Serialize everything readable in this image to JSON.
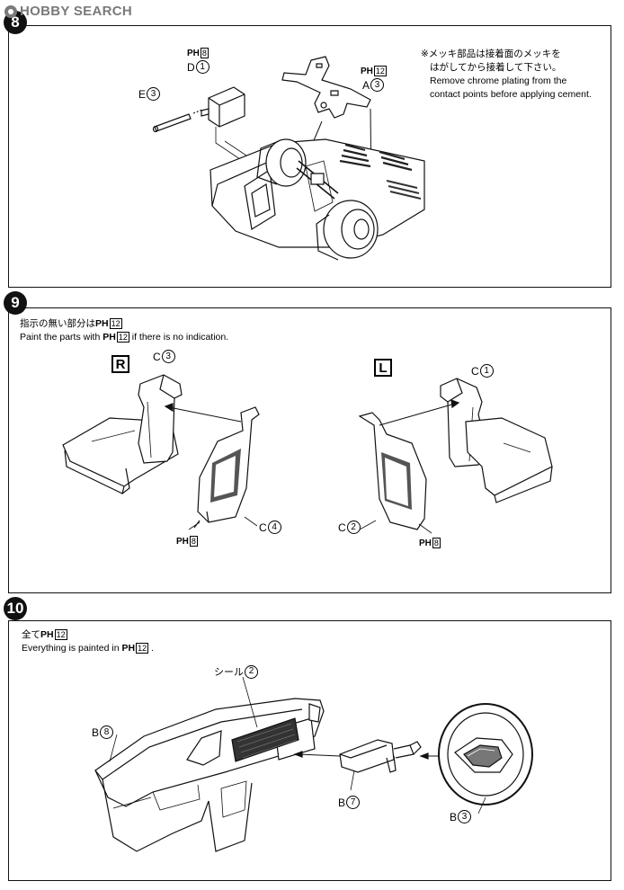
{
  "watermark": {
    "text": "HOBBY SEARCH"
  },
  "step8": {
    "number": "8",
    "note_lines": [
      "※メッキ部品は接着面のメッキを",
      "はがしてから接着して下さい。",
      "Remove chrome plating from the",
      "contact points before applying cement."
    ],
    "labels": [
      {
        "letter": "D",
        "num": "1"
      },
      {
        "letter": "E",
        "num": "3"
      },
      {
        "letter": "A",
        "num": "3"
      }
    ],
    "paint_codes": [
      {
        "prefix": "PH",
        "num": "8"
      },
      {
        "prefix": "PH",
        "num": "12"
      }
    ]
  },
  "step9": {
    "number": "9",
    "note_jp": {
      "text": "指示の無い部分は",
      "code_prefix": "PH",
      "code_num": "12"
    },
    "note_en": {
      "pre": "Paint the parts with ",
      "code_prefix": "PH",
      "code_num": "12",
      "post": " if there is no indication."
    },
    "right_tag": "R",
    "left_tag": "L",
    "labels": [
      {
        "letter": "C",
        "num": "3"
      },
      {
        "letter": "C",
        "num": "4"
      },
      {
        "letter": "C",
        "num": "1"
      },
      {
        "letter": "C",
        "num": "2"
      }
    ],
    "paint_codes": [
      {
        "prefix": "PH",
        "num": "8"
      },
      {
        "prefix": "PH",
        "num": "8"
      }
    ]
  },
  "step10": {
    "number": "10",
    "note_jp": {
      "text": "全て",
      "code_prefix": "PH",
      "code_num": "12"
    },
    "note_en": {
      "pre": "Everything is painted in ",
      "code_prefix": "PH",
      "code_num": "12",
      "post": " ."
    },
    "sticker": {
      "text": "シール",
      "num": "2"
    },
    "labels": [
      {
        "letter": "B",
        "num": "8"
      },
      {
        "letter": "B",
        "num": "7"
      },
      {
        "letter": "B",
        "num": "3"
      }
    ]
  },
  "colors": {
    "ink": "#111111",
    "watermark": "#7a7a7a",
    "tone": "#444444"
  },
  "icons": [
    "hobby-search-logo-icon",
    "arrow-icon"
  ]
}
